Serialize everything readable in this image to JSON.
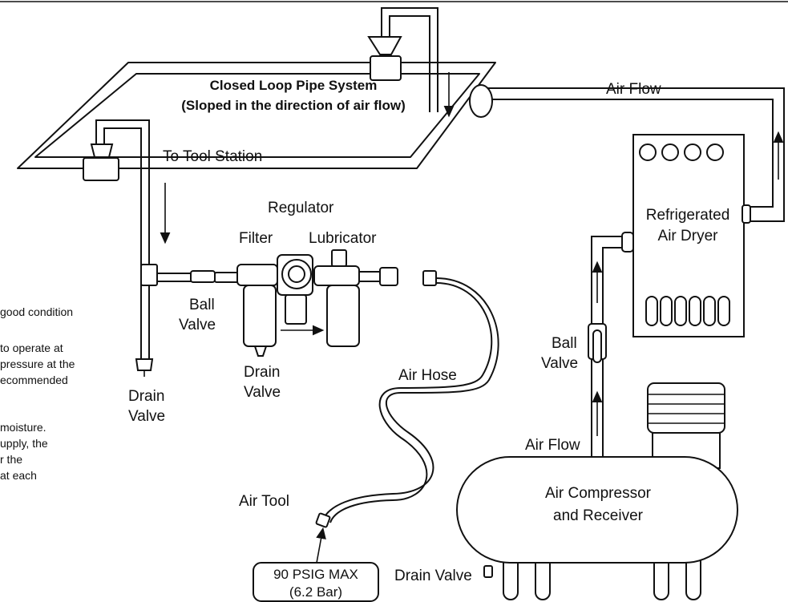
{
  "labels": {
    "title_line1": "Closed Loop Pipe System",
    "title_line2": "(Sloped in the direction of air flow)",
    "air_flow_top": "Air Flow",
    "to_tool_station": "To Tool Station",
    "regulator": "Regulator",
    "filter": "Filter",
    "lubricator": "Lubricator",
    "refrigerated_line1": "Refrigerated",
    "refrigerated_line2": "Air Dryer",
    "ball_valve_left_1": "Ball",
    "ball_valve_left_2": "Valve",
    "ball_valve_right_1": "Ball",
    "ball_valve_right_2": "Valve",
    "drain_valve_frl_1": "Drain",
    "drain_valve_frl_2": "Valve",
    "drain_valve_left_1": "Drain",
    "drain_valve_left_2": "Valve",
    "air_hose": "Air Hose",
    "air_flow_bottom": "Air Flow",
    "air_tool": "Air Tool",
    "compressor_line1": "Air Compressor",
    "compressor_line2": "and Receiver",
    "psig_line1": "90 PSIG MAX",
    "psig_line2": "(6.2 Bar)",
    "drain_valve_bottom": "Drain Valve"
  },
  "side_text": [
    "good condition",
    "",
    " to operate at",
    "pressure at the",
    "ecommended",
    "",
    "",
    " moisture.",
    "upply, the",
    "r the",
    "at each"
  ]
}
